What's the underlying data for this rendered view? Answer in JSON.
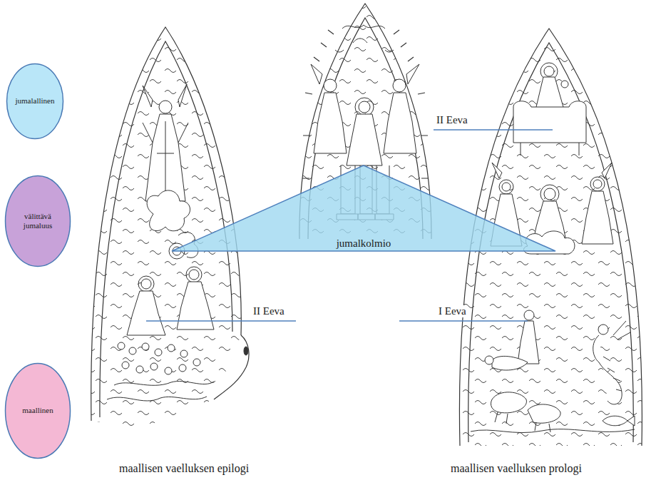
{
  "diagram": {
    "nodes": [
      {
        "text": [
          "jumalallinen"
        ]
      },
      {
        "text": [
          "välittävä jumaluus"
        ]
      },
      {
        "text": [
          "maallinen"
        ]
      },
      {
        "text": [
          "jumalkolmio"
        ]
      }
    ],
    "labels": [
      "II Eeva",
      "II Eeva",
      "I Eeva",
      "maallisen vaelluksen epilogi",
      "maallisen vaelluksen prologi"
    ]
  }
}
